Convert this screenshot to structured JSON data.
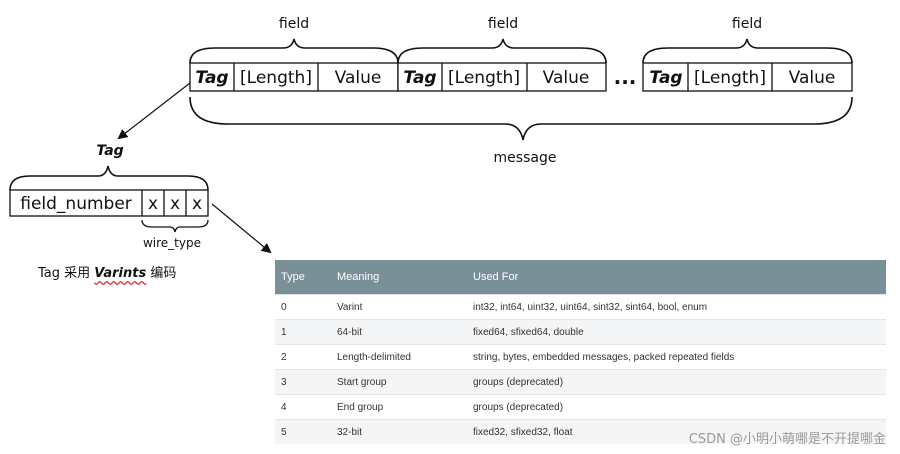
{
  "message": {
    "field_label": "field",
    "message_label": "message",
    "tag_label": "Tag",
    "length_label": "[Length]",
    "value_label": "Value",
    "ellipsis": "..."
  },
  "tag_detail": {
    "title": "Tag",
    "field_number_label": "field_number",
    "wire_bit": "x",
    "wire_type_label": "wire_type"
  },
  "caption": {
    "prefix": "Tag 采用 ",
    "emphasis": "Varints",
    "suffix": " 编码"
  },
  "wire_table": {
    "headers": {
      "type": "Type",
      "meaning": "Meaning",
      "used_for": "Used For"
    },
    "rows": [
      {
        "type": "0",
        "meaning": "Varint",
        "used_for": "int32, int64, uint32, uint64, sint32, sint64, bool, enum"
      },
      {
        "type": "1",
        "meaning": "64-bit",
        "used_for": "fixed64, sfixed64, double"
      },
      {
        "type": "2",
        "meaning": "Length-delimited",
        "used_for": "string, bytes, embedded messages, packed repeated fields"
      },
      {
        "type": "3",
        "meaning": "Start group",
        "used_for": "groups (deprecated)"
      },
      {
        "type": "4",
        "meaning": "End group",
        "used_for": "groups (deprecated)"
      },
      {
        "type": "5",
        "meaning": "32-bit",
        "used_for": "fixed32, sfixed32, float"
      }
    ]
  },
  "watermark": "CSDN @小明小萌哪是不开提哪金"
}
